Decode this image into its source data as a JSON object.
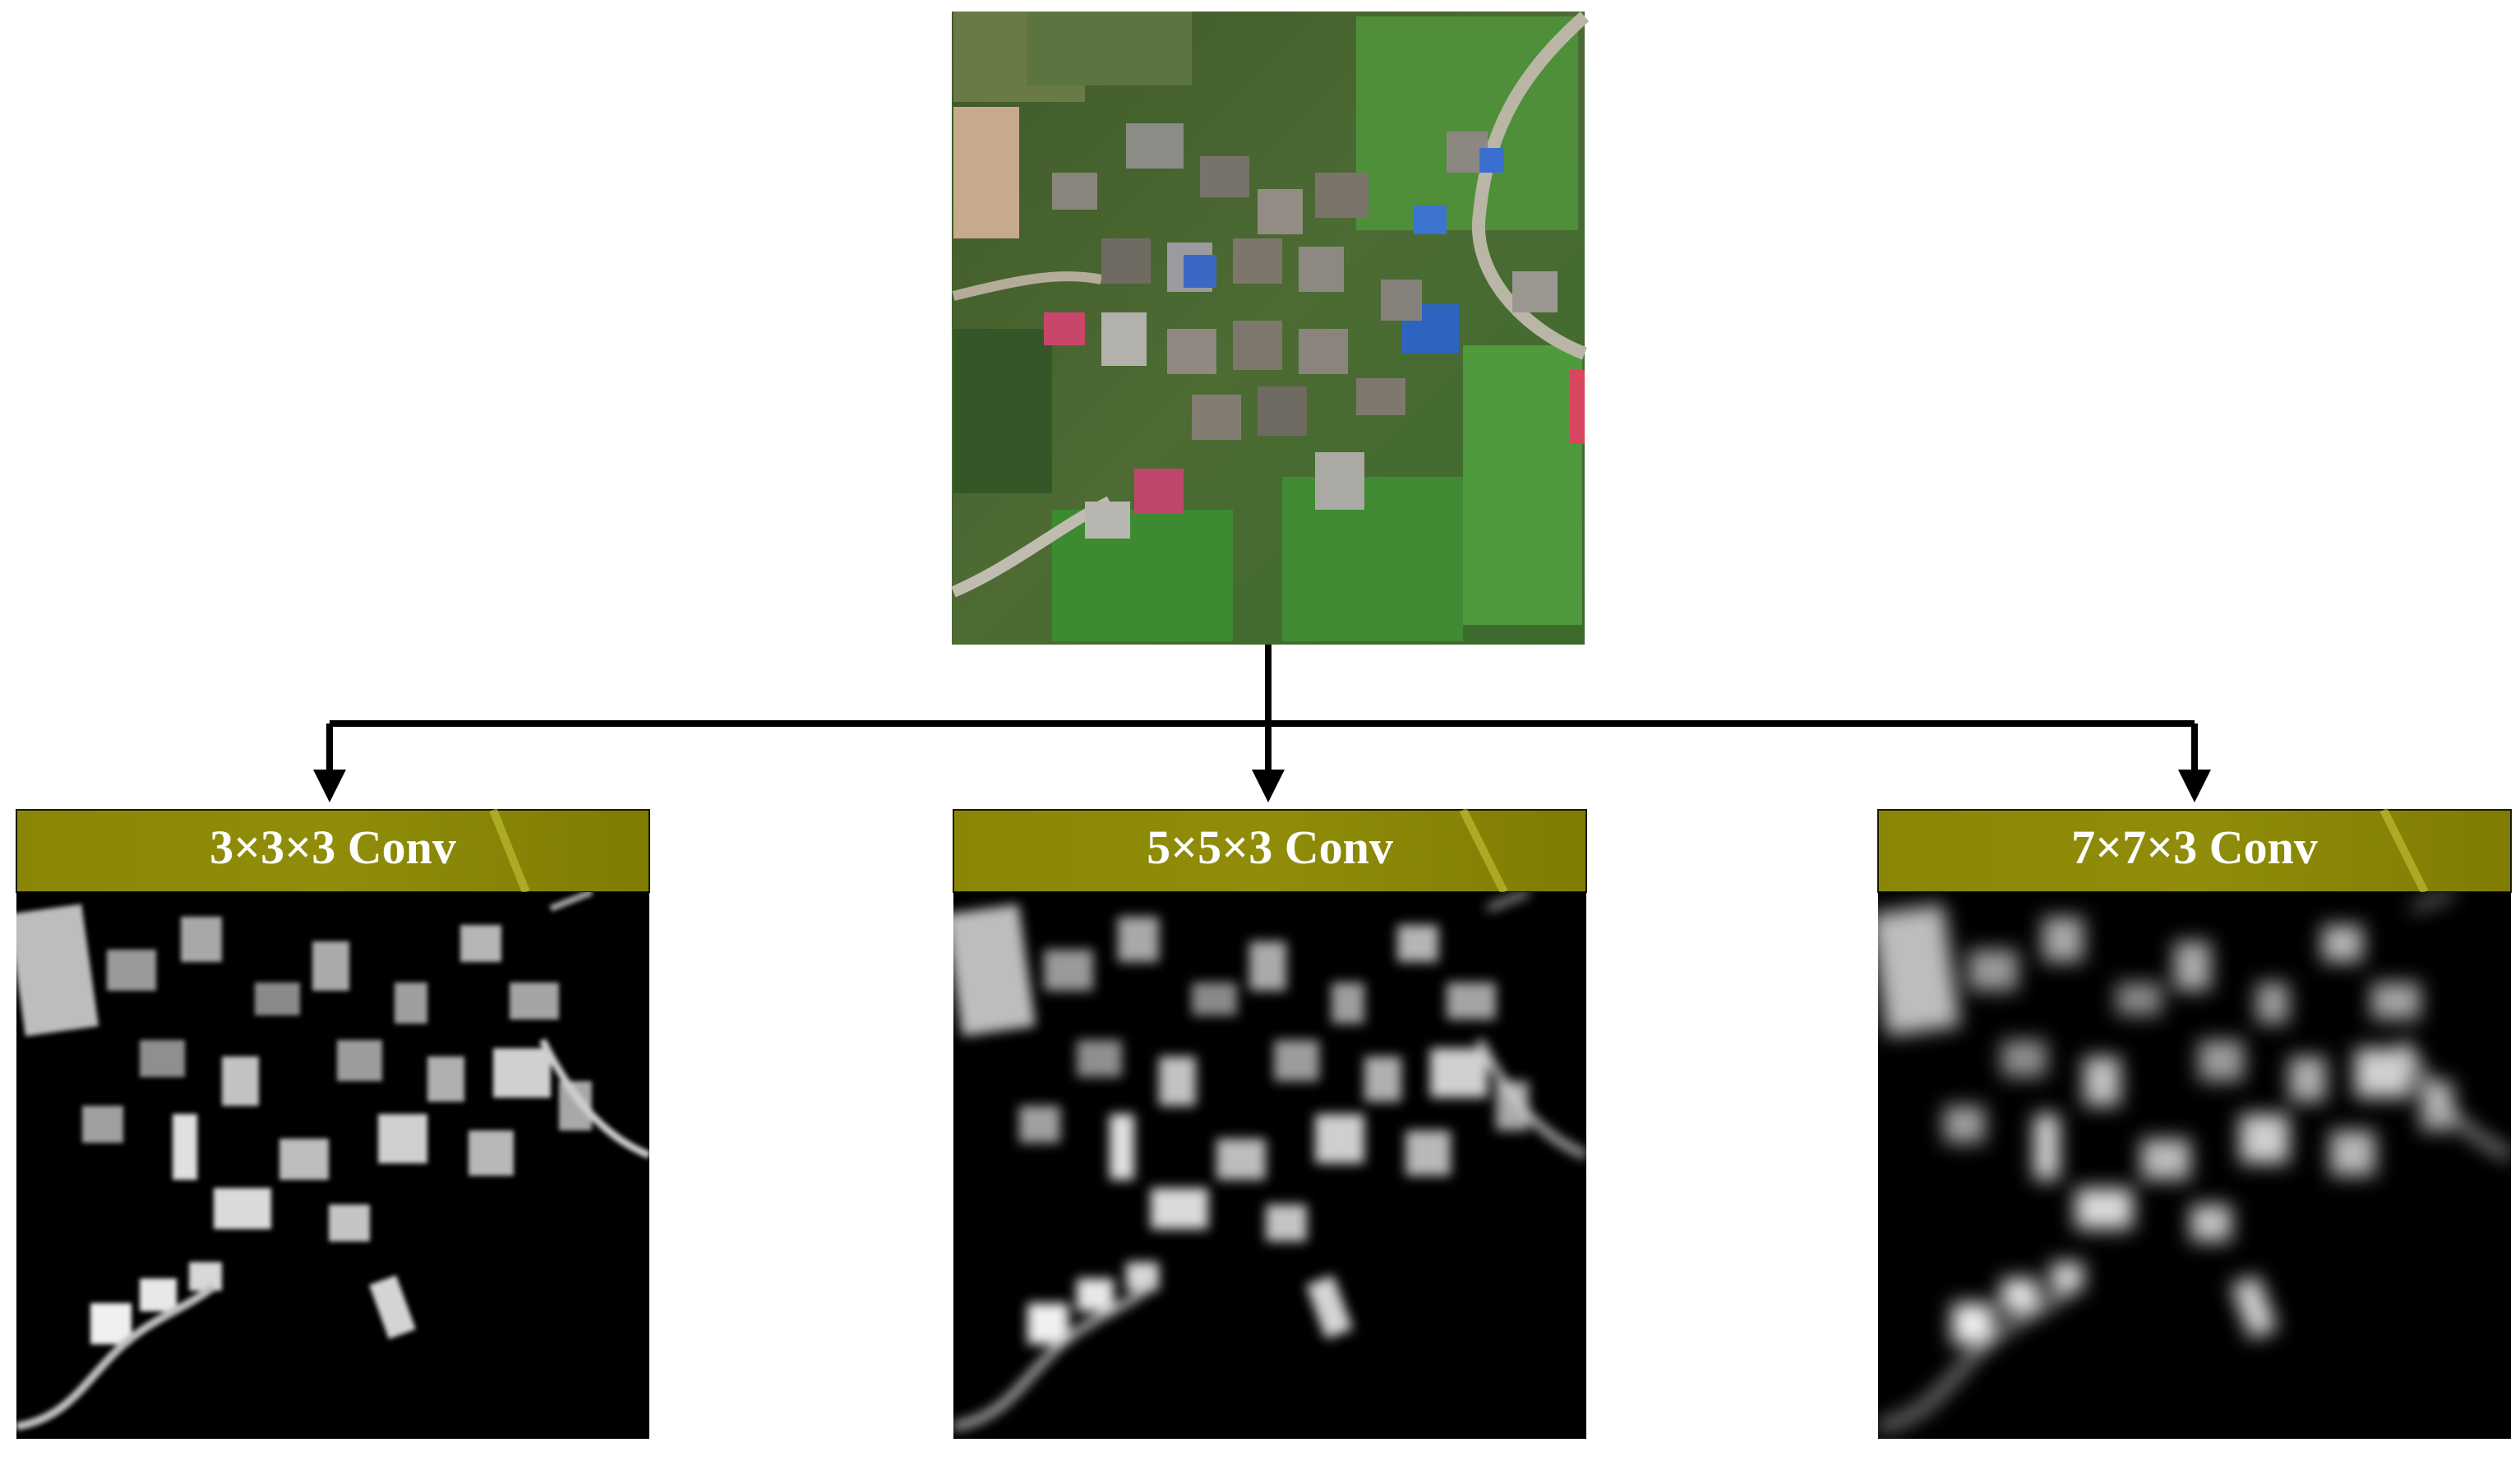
{
  "figure": {
    "input_image": {
      "description_icon": "aerial-village-icon"
    },
    "branches": [
      {
        "label": "3×3×3 Conv",
        "feature_map_icon": "feature-map-3x3-icon"
      },
      {
        "label": "5×5×3 Conv",
        "feature_map_icon": "feature-map-5x5-icon"
      },
      {
        "label": "7×7×3 Conv",
        "feature_map_icon": "feature-map-7x7-icon"
      }
    ],
    "colors": {
      "header_bar": "#8d8a05",
      "connector": "#000000",
      "feature_bg": "#000000",
      "feature_bright": "#ffffff"
    }
  }
}
